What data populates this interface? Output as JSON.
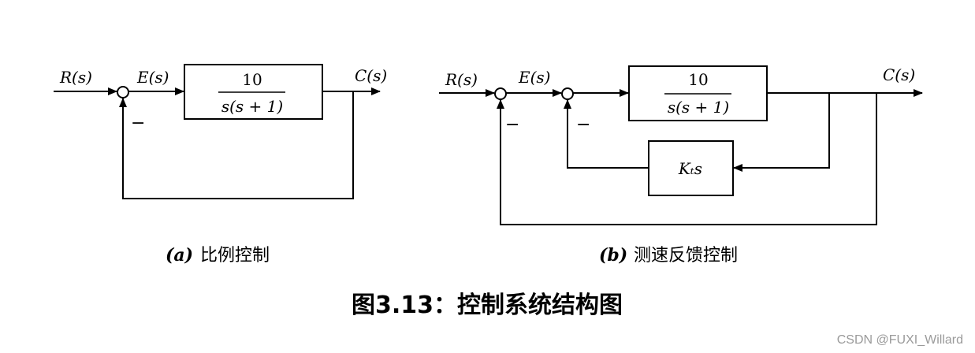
{
  "diagram_a": {
    "input_label": "R(s)",
    "error_label": "E(s)",
    "output_label": "C(s)",
    "transfer_numerator": "10",
    "transfer_denominator": "s(s + 1)",
    "feedback_sign": "−",
    "caption_letter": "(a)",
    "caption_text": "比例控制"
  },
  "diagram_b": {
    "input_label": "R(s)",
    "error_label": "E(s)",
    "output_label": "C(s)",
    "transfer_numerator": "10",
    "transfer_denominator": "s(s + 1)",
    "feedback_block_label": "Kₜs",
    "outer_feedback_sign": "−",
    "inner_feedback_sign": "−",
    "caption_letter": "(b)",
    "caption_text": "测速反馈控制"
  },
  "figure_title": "图3.13：控制系统结构图",
  "watermark": "CSDN @FUXI_Willard"
}
